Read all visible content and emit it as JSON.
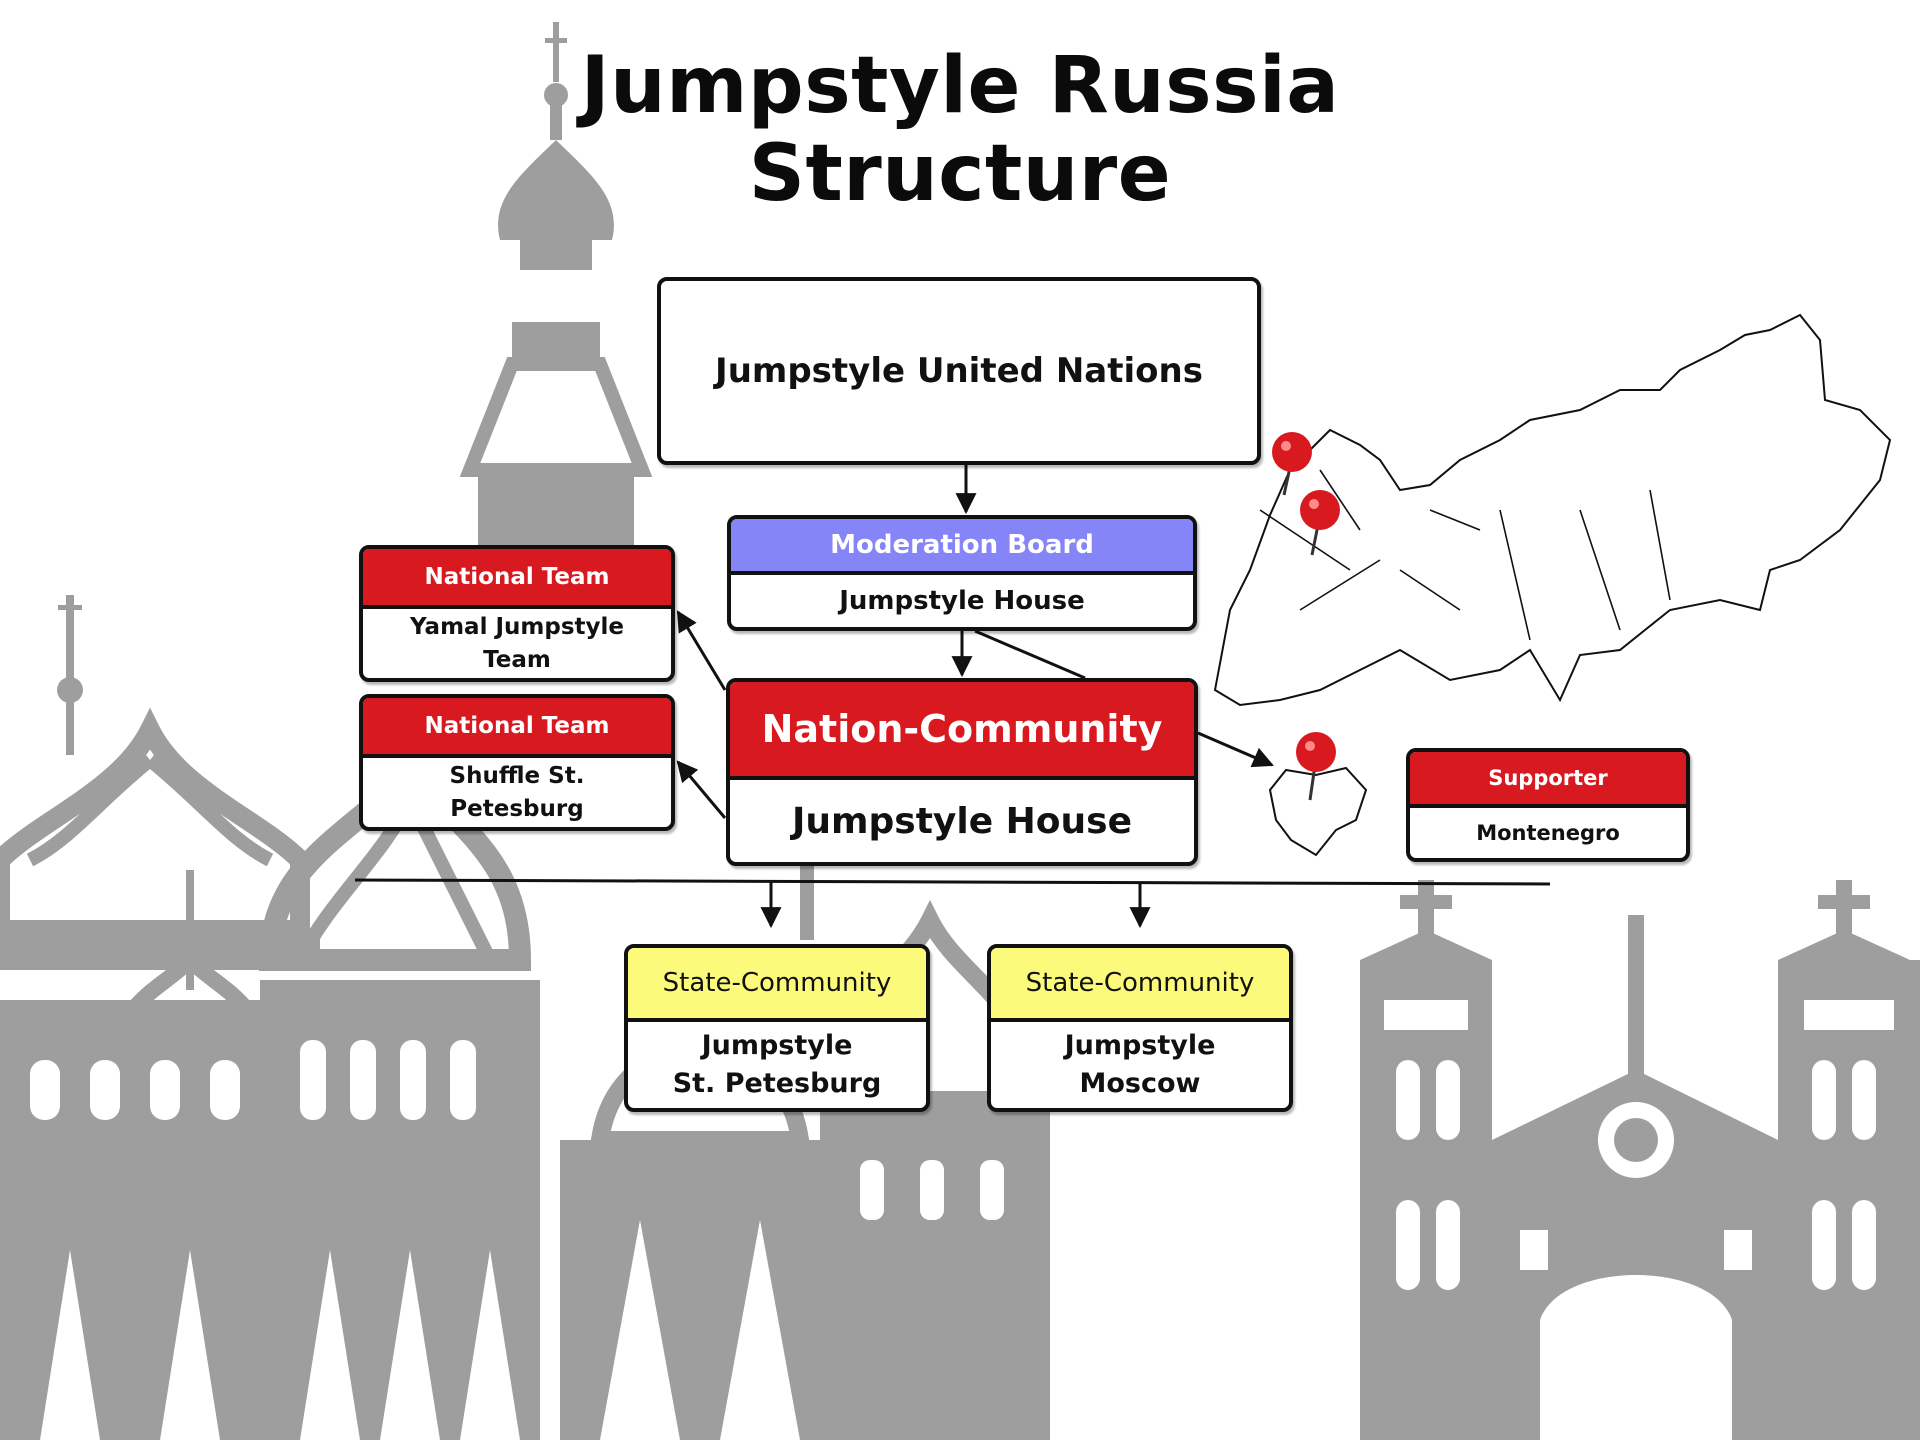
{
  "title": "Jumpstyle Russia\nStructure",
  "colors": {
    "red": "#d81a20",
    "moderation_blue": "#8585f8",
    "state_yellow": "#fbfa7b",
    "border": "#111111",
    "background_gray": "#9e9e9e"
  },
  "nodes": {
    "united_nations": {
      "body": "Jumpstyle United Nations"
    },
    "moderation_board": {
      "header": "Moderation Board",
      "body": "Jumpstyle House"
    },
    "nation_community": {
      "header": "Nation-Community",
      "body": "Jumpstyle House"
    },
    "national_team_1": {
      "header": "National Team",
      "body": "Yamal Jumpstyle\nTeam"
    },
    "national_team_2": {
      "header": "National Team",
      "body": "Shuffle St.\nPetesburg"
    },
    "supporter": {
      "header": "Supporter",
      "body": "Montenegro"
    },
    "state_community_1": {
      "header": "State-Community",
      "body": "Jumpstyle\nSt. Petesburg"
    },
    "state_community_2": {
      "header": "State-Community",
      "body": "Jumpstyle\nMoscow"
    }
  },
  "icons": {
    "background_left": "cathedral-silhouette-icon",
    "background_right": "church-silhouette-icon",
    "map": "russia-map-icon",
    "montenegro_map": "montenegro-map-icon",
    "pins": "map-pin-icon"
  }
}
